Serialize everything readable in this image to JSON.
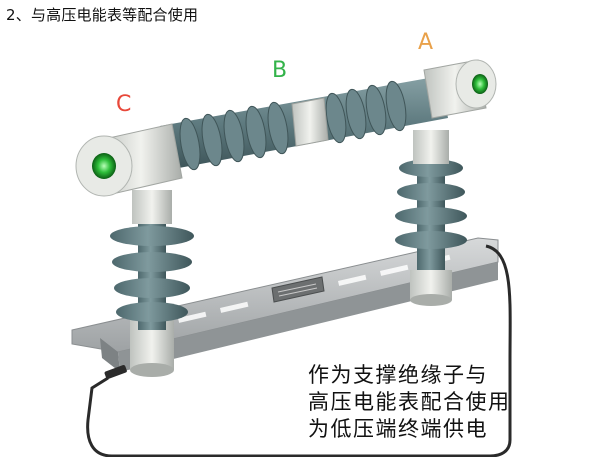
{
  "header": {
    "title": "2、与高压电能表等配合使用"
  },
  "labels": {
    "a": "A",
    "b": "B",
    "c": "C"
  },
  "callout": {
    "lines": [
      "作为支撑绝缘子与",
      "高压电能表配合使用",
      "为低压端终端供电"
    ]
  },
  "colors": {
    "label_a": "#e9a14a",
    "label_b": "#33b34a",
    "label_c": "#e8483a",
    "insulator": "#5f7d82",
    "metal": "#d9dcd8",
    "rail": "#b9bcbd"
  },
  "icons": [
    "green-lens-icon",
    "nameplate-icon"
  ]
}
